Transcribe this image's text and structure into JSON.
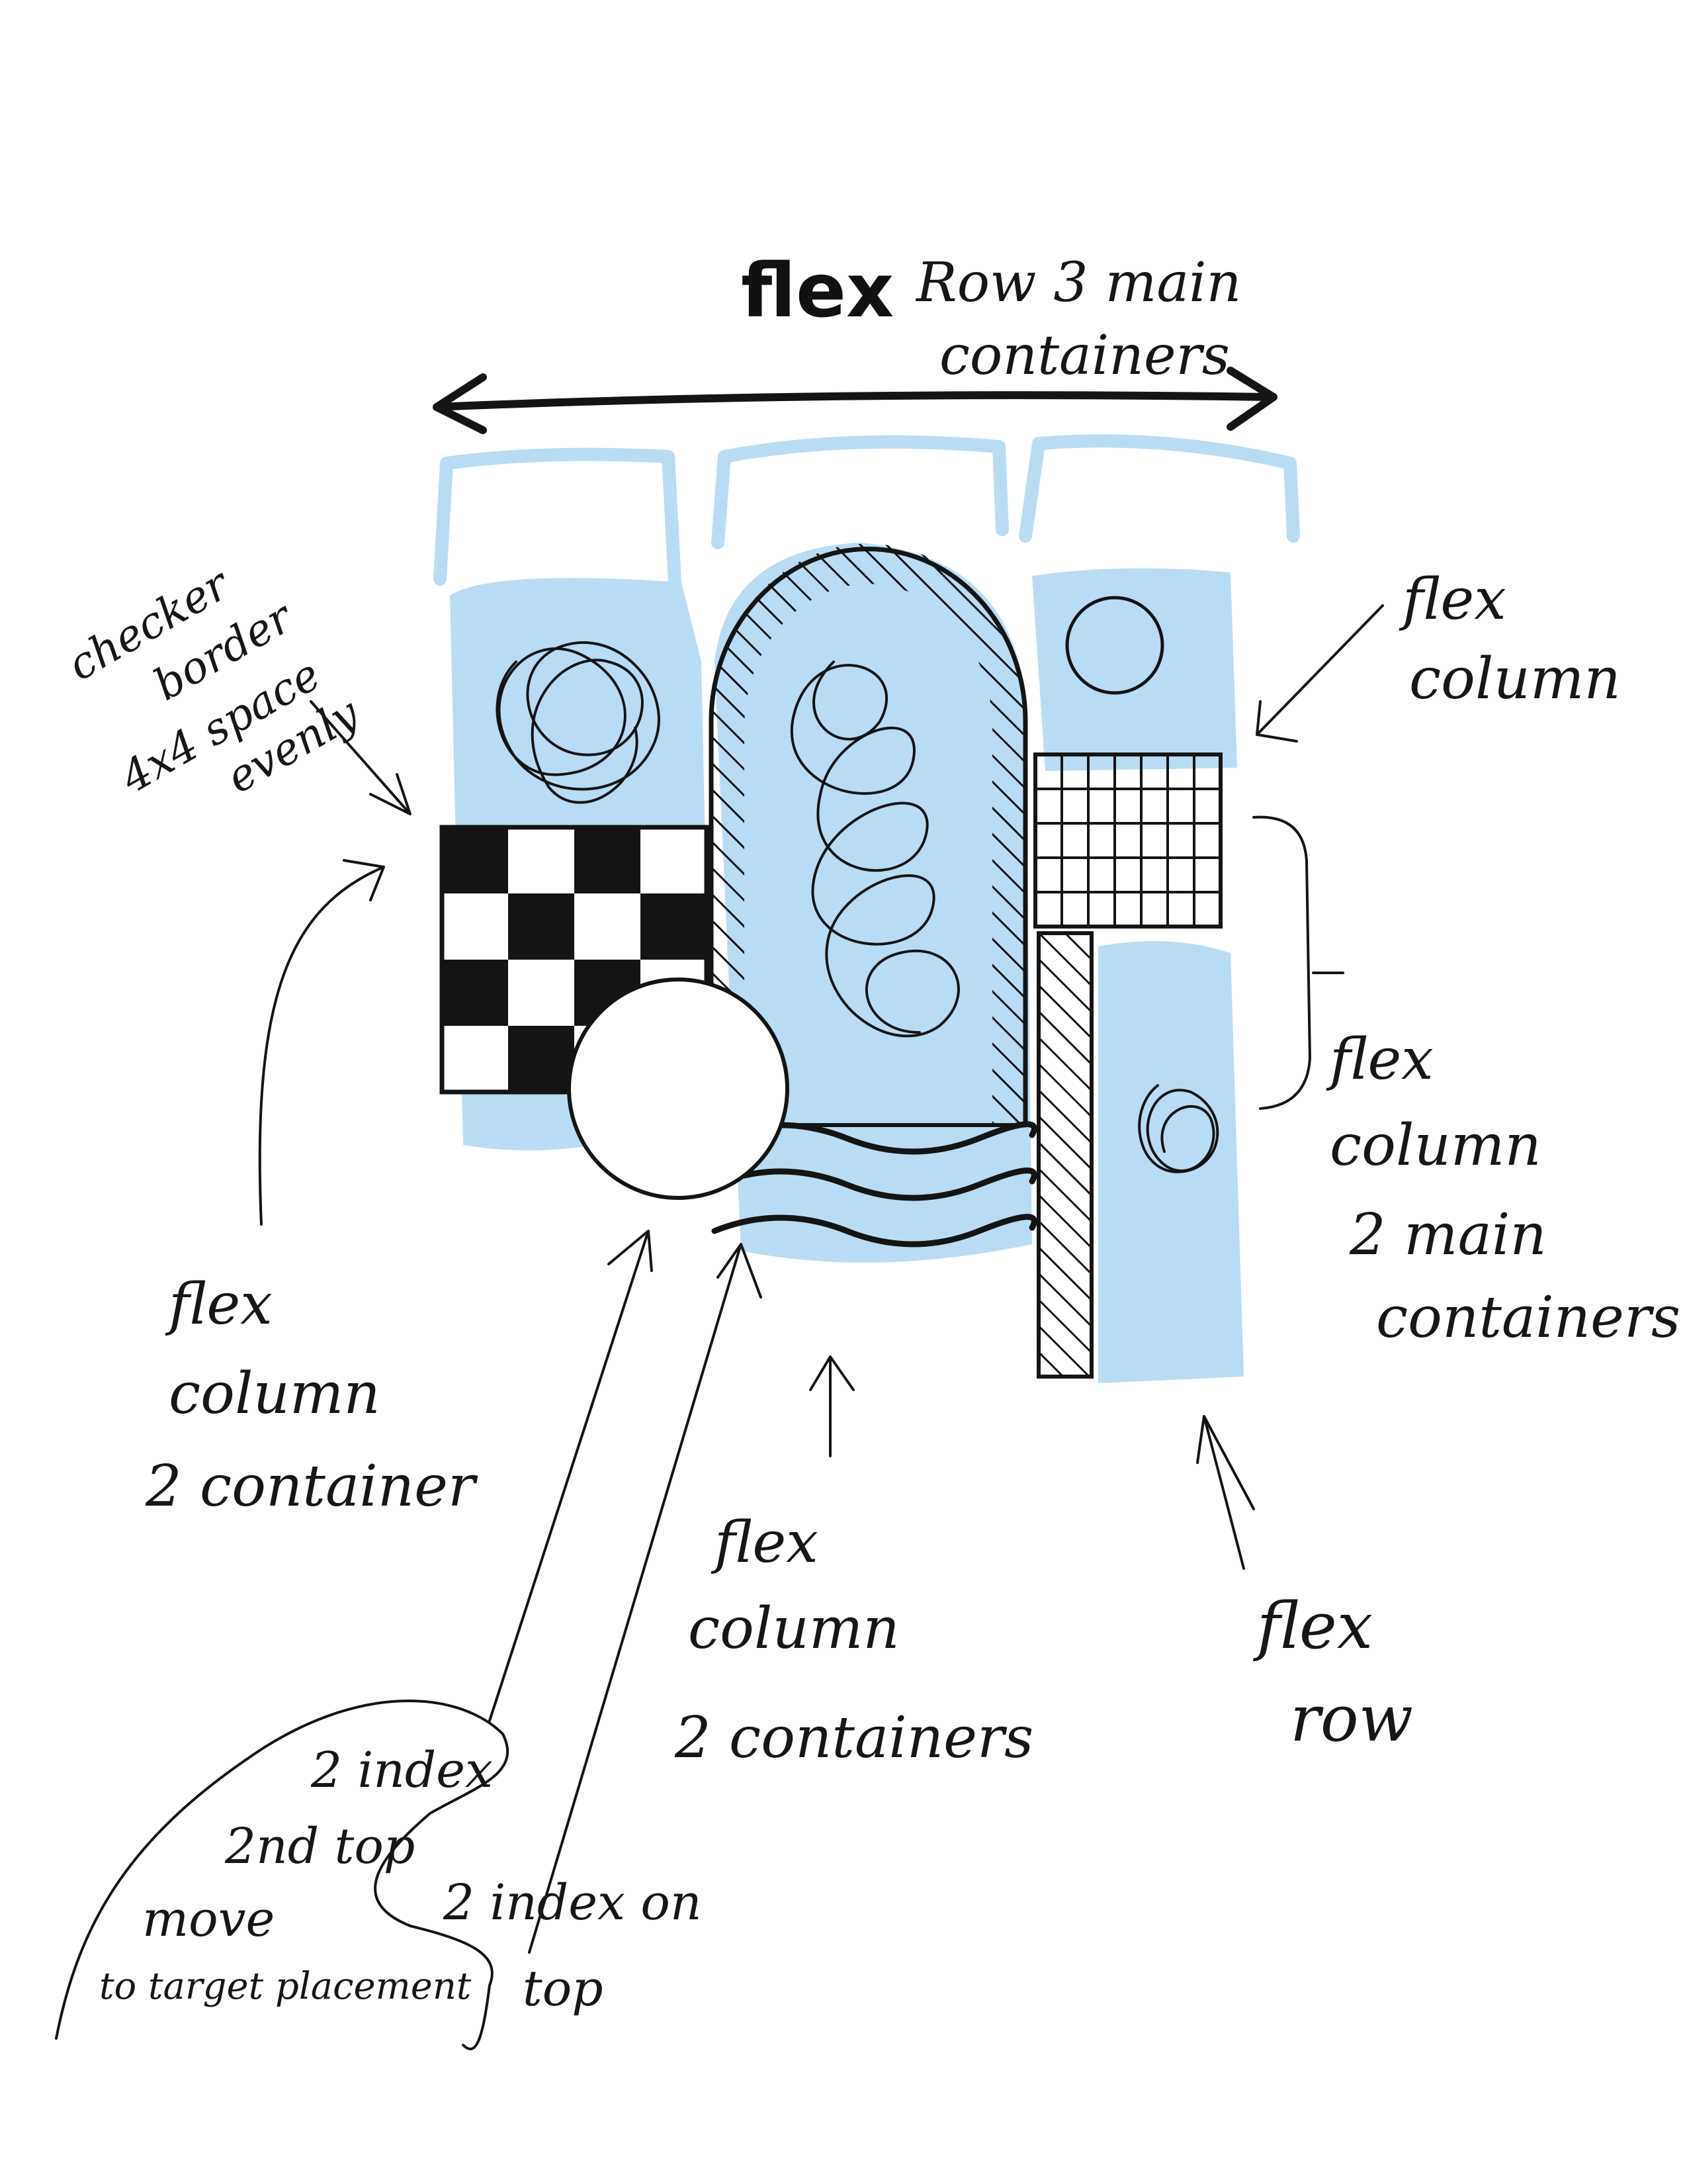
{
  "colors": {
    "paper": "#ffffff",
    "ink": "#141414",
    "blue": "#b9dcf5"
  },
  "labels": {
    "title_bold": "flex",
    "title_rest": "Row 3 main",
    "title_line2": "containers",
    "checker_note": [
      "checker",
      "border",
      "4x4 space",
      "evenly"
    ],
    "right_top": [
      "flex",
      "column"
    ],
    "right_middle": [
      "flex",
      "column",
      "2 main",
      "containers"
    ],
    "left_bottom": [
      "flex",
      "column",
      "2 container"
    ],
    "center_bottom": [
      "flex",
      "column",
      "2 containers"
    ],
    "right_bottom": [
      "flex",
      "row"
    ],
    "z_bubble": [
      "2 index",
      "2nd top",
      "move",
      "to target placement"
    ],
    "z_top": [
      "2 index on",
      "top"
    ]
  }
}
